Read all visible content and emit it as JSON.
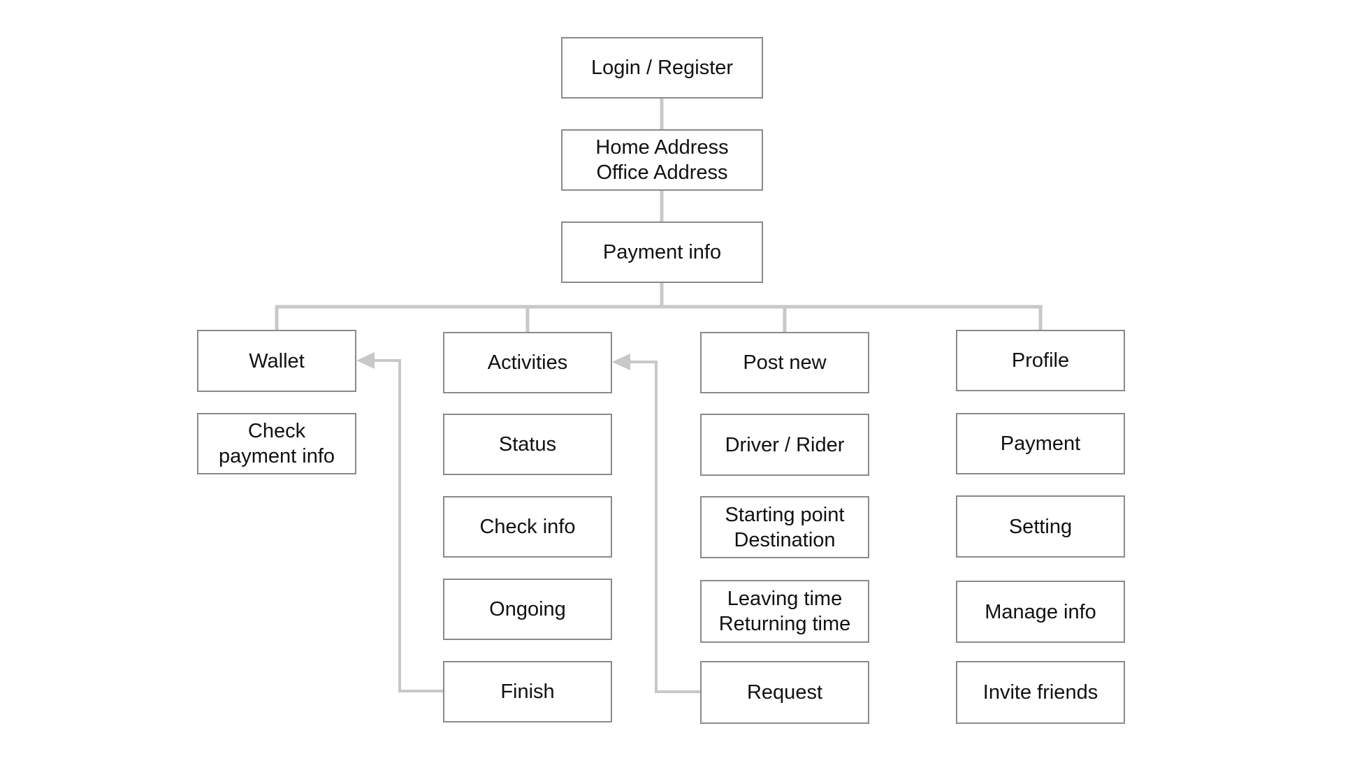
{
  "diagram": {
    "line_color": "#c8c8c8",
    "border_color": "#8a8a8a",
    "top_chain": {
      "login": "Login / Register",
      "address": "Home Address\nOffice Address",
      "payment_info": "Payment info"
    },
    "columns": {
      "wallet": {
        "header": "Wallet",
        "items": [
          "Check\npayment info"
        ]
      },
      "activities": {
        "header": "Activities",
        "items": [
          "Status",
          "Check info",
          "Ongoing",
          "Finish"
        ]
      },
      "post_new": {
        "header": "Post new",
        "items": [
          "Driver / Rider",
          "Starting point\nDestination",
          "Leaving time\nReturning time",
          "Request"
        ]
      },
      "profile": {
        "header": "Profile",
        "items": [
          "Payment",
          "Setting",
          "Manage info",
          "Invite friends"
        ]
      }
    },
    "links": [
      {
        "from": "Finish",
        "to": "Wallet"
      },
      {
        "from": "Request",
        "to": "Activities"
      }
    ]
  }
}
